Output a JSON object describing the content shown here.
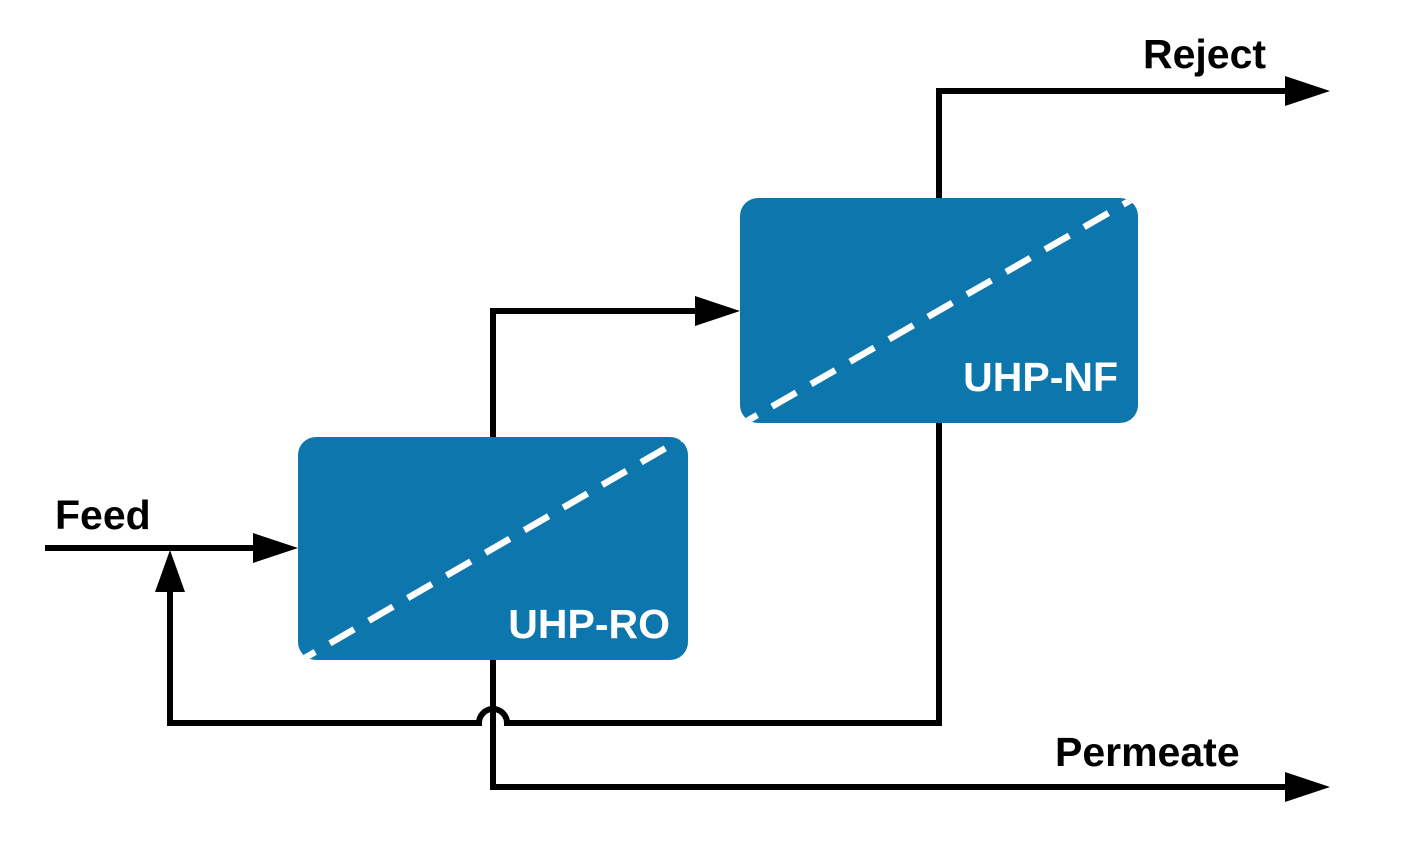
{
  "diagram": {
    "background_color": "#ffffff",
    "stream_line_color": "#000000",
    "units": [
      {
        "label": "UHP-RO",
        "fill_color": "#0d76ad",
        "label_color": "#ffffff",
        "membrane_dash_color": "#ffffff"
      },
      {
        "label": "UHP-NF",
        "fill_color": "#0d76ad",
        "label_color": "#ffffff",
        "membrane_dash_color": "#ffffff"
      }
    ],
    "streams": {
      "feed": {
        "label": "Feed"
      },
      "reject": {
        "label": "Reject"
      },
      "permeate": {
        "label": "Permeate"
      }
    }
  }
}
